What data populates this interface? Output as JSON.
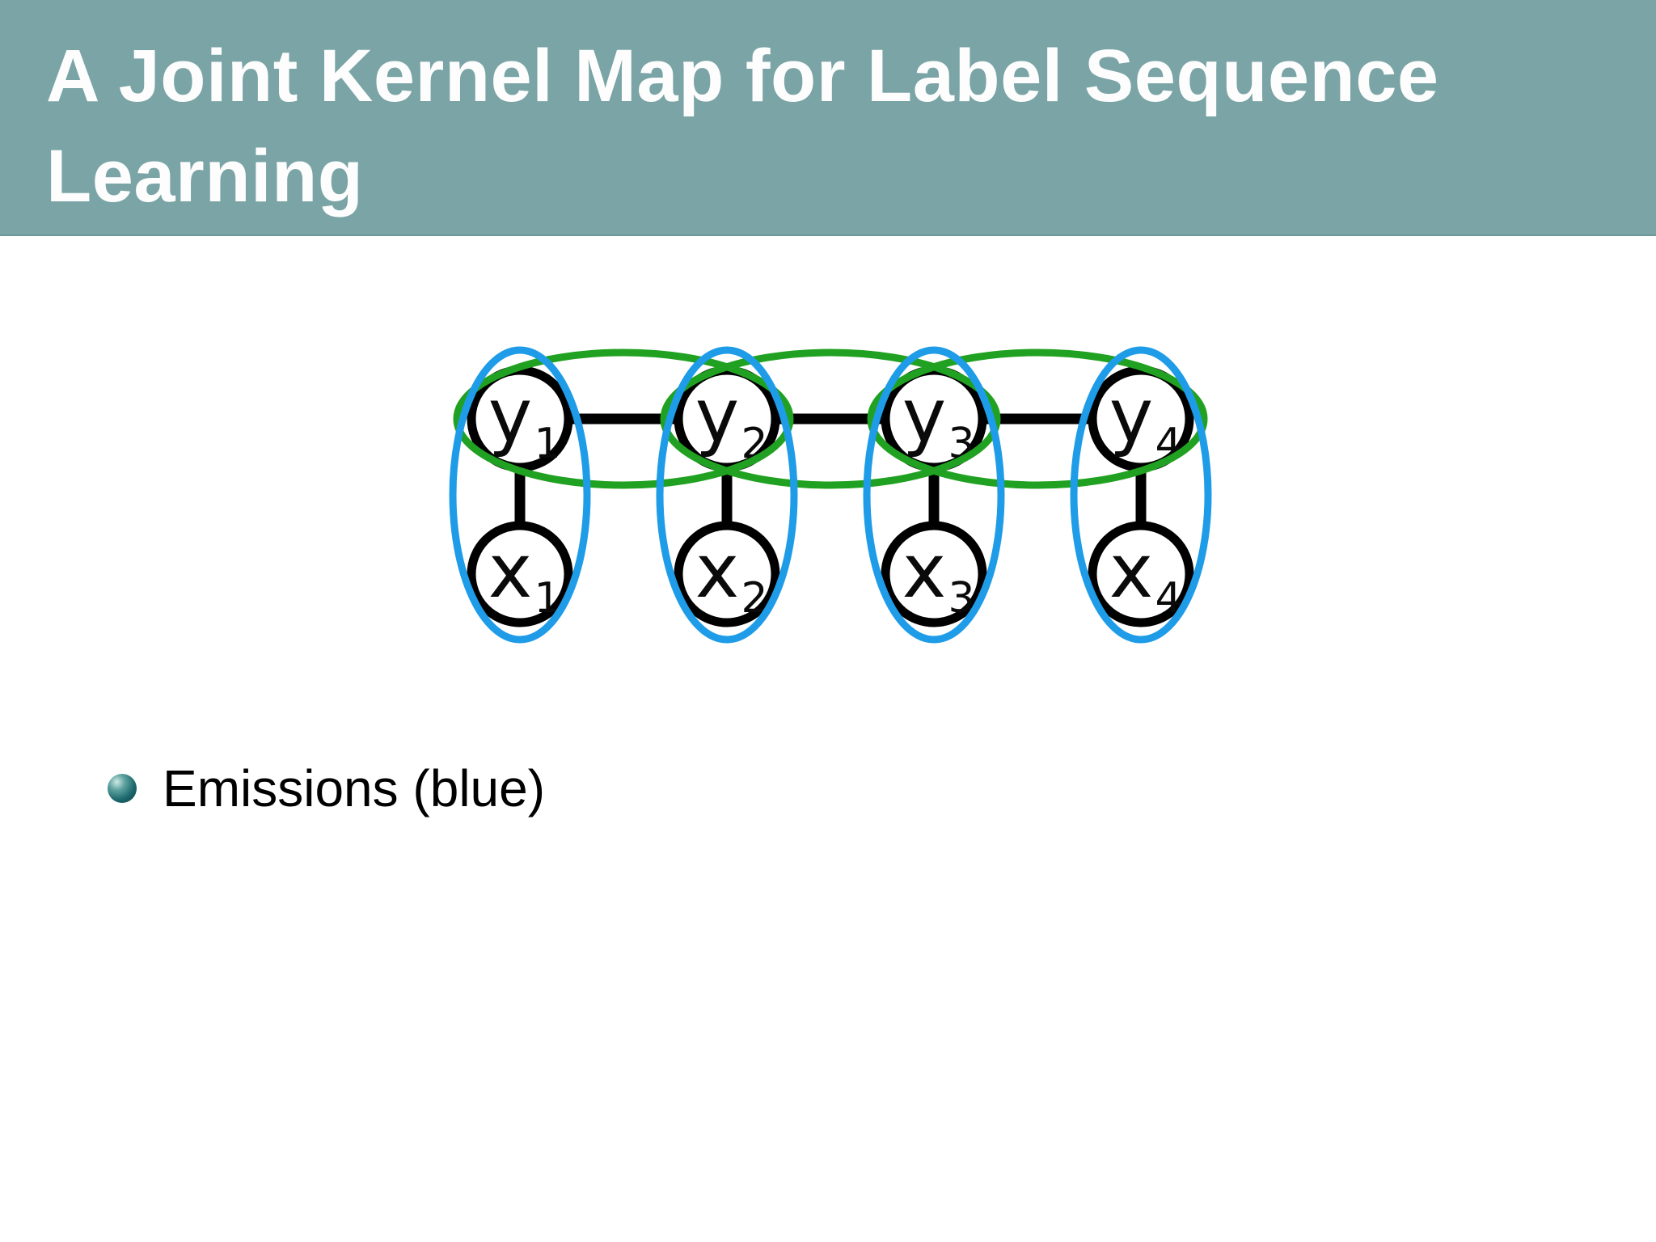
{
  "slide": {
    "title_lines": [
      "A Joint Kernel Map for Label Sequence",
      "Learning"
    ],
    "bullets": [
      {
        "label": "Emissions (blue)"
      }
    ],
    "colors": {
      "header_bg": "#7aa4a5",
      "title_text": "#fdfdfd",
      "emission_blue": "#1e9ce8",
      "transition_green": "#21a121",
      "graph_black": "#000000",
      "bullet_ball_teal": "#1c686c"
    }
  },
  "diagram": {
    "type": "label-sequence-chain-graph",
    "nodes": [
      {
        "id": "y1",
        "base": "y",
        "sub": "1",
        "row": "label"
      },
      {
        "id": "y2",
        "base": "y",
        "sub": "2",
        "row": "label"
      },
      {
        "id": "y3",
        "base": "y",
        "sub": "3",
        "row": "label"
      },
      {
        "id": "y4",
        "base": "y",
        "sub": "4",
        "row": "label"
      },
      {
        "id": "x1",
        "base": "x",
        "sub": "1",
        "row": "observation"
      },
      {
        "id": "x2",
        "base": "x",
        "sub": "2",
        "row": "observation"
      },
      {
        "id": "x3",
        "base": "x",
        "sub": "3",
        "row": "observation"
      },
      {
        "id": "x4",
        "base": "x",
        "sub": "4",
        "row": "observation"
      }
    ],
    "edges": [
      [
        "y1",
        "y2"
      ],
      [
        "y2",
        "y3"
      ],
      [
        "y3",
        "y4"
      ],
      [
        "y1",
        "x1"
      ],
      [
        "y2",
        "x2"
      ],
      [
        "y3",
        "x3"
      ],
      [
        "y4",
        "x4"
      ]
    ],
    "emission_groups_blue": [
      [
        "y1",
        "x1"
      ],
      [
        "y2",
        "x2"
      ],
      [
        "y3",
        "x3"
      ],
      [
        "y4",
        "x4"
      ]
    ],
    "transition_groups_green": [
      [
        "y1",
        "y2"
      ],
      [
        "y2",
        "y3"
      ],
      [
        "y3",
        "y4"
      ]
    ]
  }
}
